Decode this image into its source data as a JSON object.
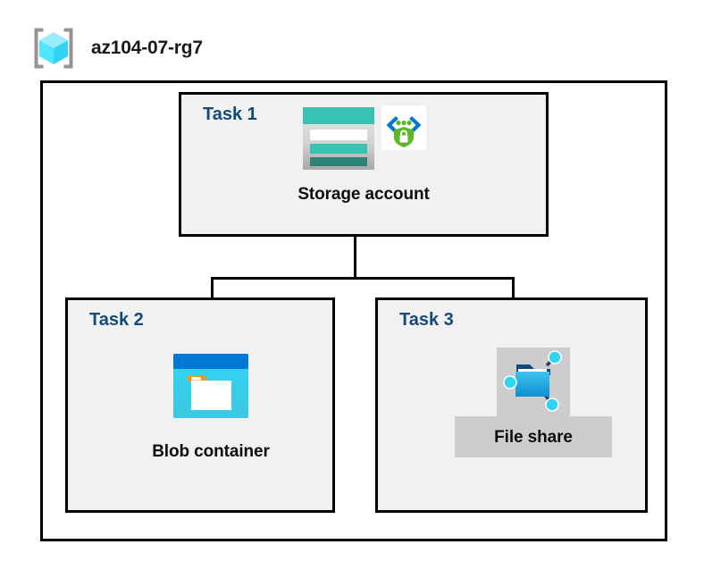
{
  "header": {
    "icon": "resource-group-icon",
    "title": "az104-07-rg7"
  },
  "container": {
    "name": "resource-group-container"
  },
  "colors": {
    "task_label": "#13497b",
    "box_fill": "#f1f1f1",
    "box_border": "#000000",
    "highlight": "#cdcdcd",
    "storage_teal": "#37c2b1",
    "storage_teal_dark": "#2e8277",
    "blob_blue_dark": "#0078d4",
    "blob_cyan": "#32d4f5",
    "blob_orange": "#f7941d",
    "fileshare_blue": "#29b6e8",
    "shield_green": "#5bb925",
    "bracket_blue": "#0078d4",
    "rg_cube_cyan": "#9cebff",
    "rg_bracket_gray": "#949494"
  },
  "tasks": [
    {
      "id": "task-1",
      "label": "Task 1",
      "node": {
        "id": "storage-account",
        "caption": "Storage account",
        "icons": [
          "storage-account-icon",
          "managed-identity-icon"
        ],
        "highlighted": false
      }
    },
    {
      "id": "task-2",
      "label": "Task 2",
      "node": {
        "id": "blob-container",
        "caption": "Blob container",
        "icons": [
          "blob-container-icon"
        ],
        "highlighted": false
      }
    },
    {
      "id": "task-3",
      "label": "Task 3",
      "node": {
        "id": "file-share",
        "caption": "File share",
        "icons": [
          "file-share-icon"
        ],
        "highlighted": true
      }
    }
  ],
  "connectors": [
    {
      "id": "trunk",
      "from": "storage-account",
      "to": "bus"
    },
    {
      "id": "bus",
      "from": "trunk",
      "to": "drops"
    },
    {
      "id": "drop-left",
      "from": "bus",
      "to": "blob-container"
    },
    {
      "id": "drop-right",
      "from": "bus",
      "to": "file-share"
    }
  ]
}
